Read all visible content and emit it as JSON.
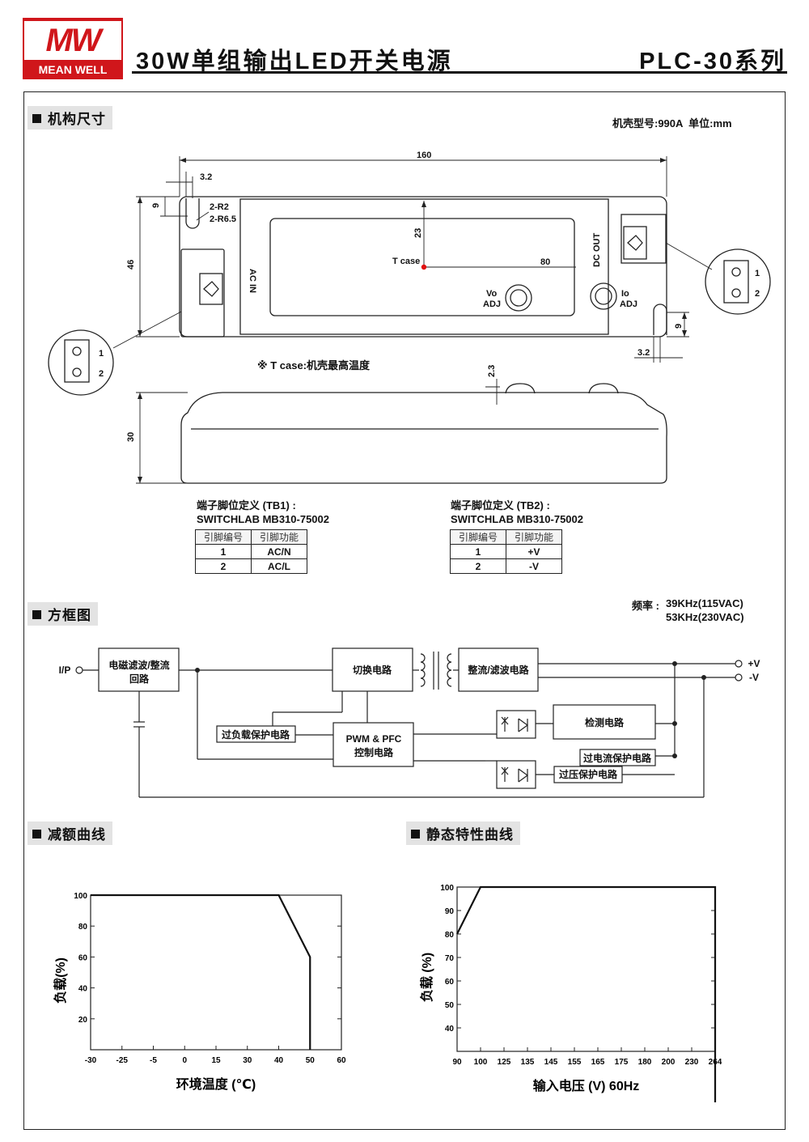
{
  "header": {
    "logo_mw": "MW",
    "logo_text": "MEAN WELL",
    "title": "30W单组输出LED开关电源",
    "series": "PLC-30系列"
  },
  "mech": {
    "section_title": "机构尺寸",
    "case_info": "机壳型号:990A  单位:mm",
    "dims": {
      "d160": "160",
      "d32a": "3.2",
      "d9a": "9",
      "r2": "2-R2",
      "r65": "2-R6.5",
      "d46": "46",
      "d23": "23",
      "d80": "80",
      "d9b": "9",
      "d32b": "3.2",
      "d23b": "2.3",
      "d30": "30"
    },
    "labels": {
      "tcase": "T case",
      "acin": "AC IN",
      "dcout": "DC OUT",
      "vo": "Vo",
      "vo_adj": "ADJ",
      "io": "Io",
      "io_adj": "ADJ",
      "pin1": "1",
      "pin2": "2"
    },
    "tcase_note": "※ T case:机壳最高温度"
  },
  "tb1": {
    "title": "端子脚位定义 (TB1) :",
    "model": "SWITCHLAB MB310-75002",
    "headers": [
      "引脚编号",
      "引脚功能"
    ],
    "rows": [
      [
        "1",
        "AC/N"
      ],
      [
        "2",
        "AC/L"
      ]
    ]
  },
  "tb2": {
    "title": "端子脚位定义 (TB2) :",
    "model": "SWITCHLAB MB310-75002",
    "headers": [
      "引脚编号",
      "引脚功能"
    ],
    "rows": [
      [
        "1",
        "+V"
      ],
      [
        "2",
        "-V"
      ]
    ]
  },
  "block": {
    "section_title": "方框图",
    "freq_label": "频率 :",
    "freq1": "39KHz(115VAC)",
    "freq2": "53KHz(230VAC)",
    "ip": "I/P",
    "emi1": "电磁滤波/整流",
    "emi2": "回路",
    "switching": "切换电路",
    "rectifier": "整流/滤波电路",
    "detect": "检测电路",
    "olp": "过负载保护电路",
    "pwm1": "PWM & PFC",
    "pwm2": "控制电路",
    "ocp": "过电流保护电路",
    "ovp": "过压保护电路",
    "vplus": "+V",
    "vminus": "-V"
  },
  "derating": {
    "section_title": "减额曲线",
    "chart_data": {
      "type": "line",
      "x_ticks": [
        "-30",
        "-25",
        "-5",
        "0",
        "15",
        "30",
        "40",
        "50",
        "60"
      ],
      "y_ticks": [
        "100",
        "80",
        "60",
        "40",
        "20"
      ],
      "series": [
        {
          "points": [
            [
              "-30",
              100
            ],
            [
              "40",
              100
            ],
            [
              "50",
              60
            ],
            [
              "50",
              0
            ]
          ]
        }
      ],
      "xlabel": "环境温度 (℃)",
      "ylabel": "负载(%)",
      "ylim": [
        0,
        100
      ]
    }
  },
  "static": {
    "section_title": "静态特性曲线",
    "chart_data": {
      "type": "line",
      "x_ticks": [
        "90",
        "100",
        "125",
        "135",
        "145",
        "155",
        "165",
        "175",
        "180",
        "200",
        "230",
        "264"
      ],
      "y_ticks": [
        "100",
        "90",
        "80",
        "70",
        "60",
        "50",
        "40"
      ],
      "series": [
        {
          "points": [
            [
              "90",
              80
            ],
            [
              "100",
              100
            ],
            [
              "264",
              100
            ],
            [
              "264",
              0
            ]
          ]
        }
      ],
      "xlabel": "输入电压 (V) 60Hz",
      "ylabel": "负载 (%)",
      "ylim": [
        30,
        100
      ]
    }
  }
}
